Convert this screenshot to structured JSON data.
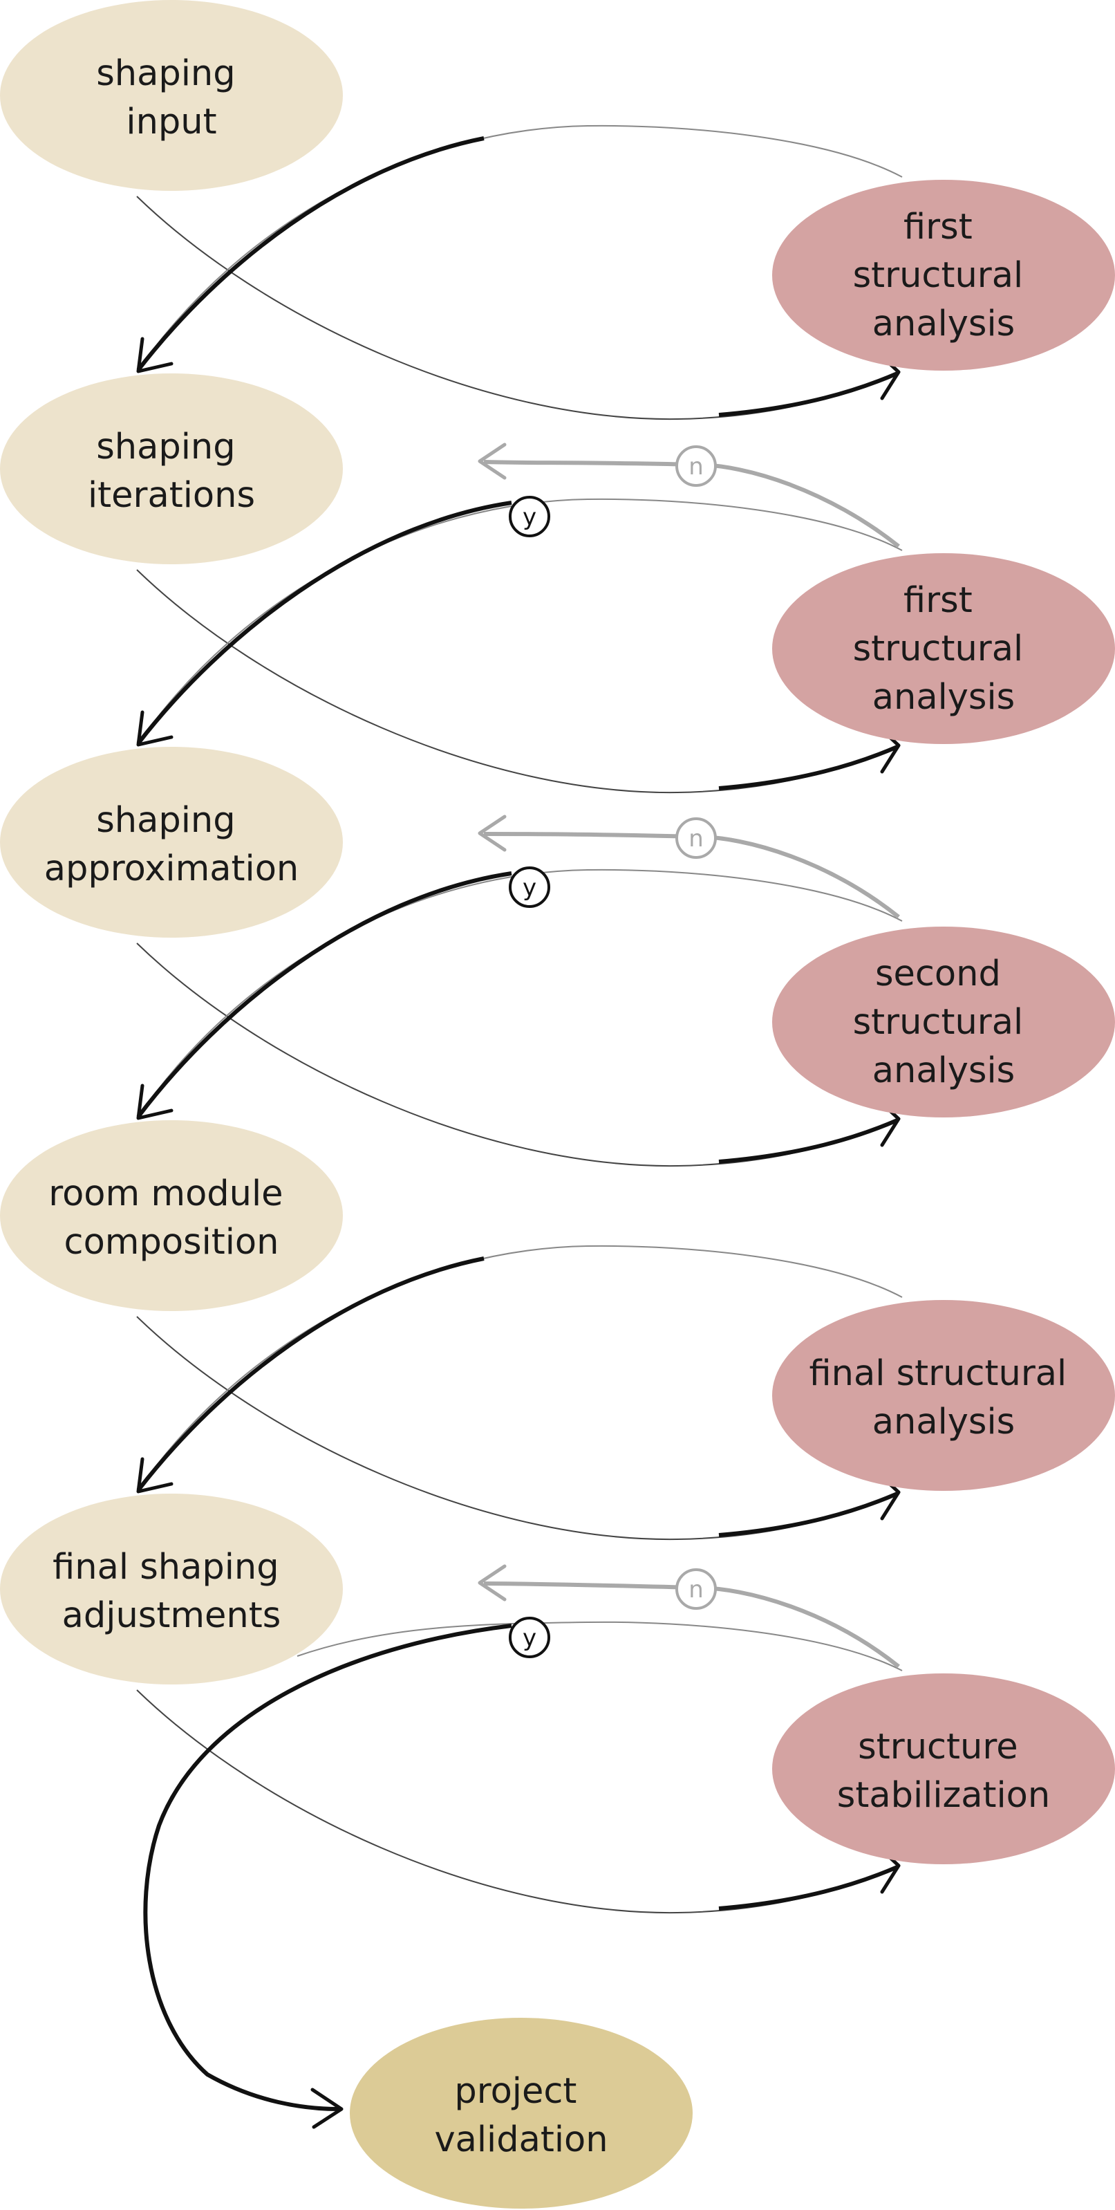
{
  "colors": {
    "shaping_node": "#ede3cc",
    "analysis_node": "#d4a3a2",
    "validation_node": "#dccb96",
    "yes_path": "#111111",
    "no_path": "#a9a9a9",
    "connector": "#444444"
  },
  "nodes": {
    "shaping_input": {
      "lines": [
        "shaping",
        "input"
      ]
    },
    "first_structural_analysis_a": {
      "lines": [
        "first",
        "structural",
        "analysis"
      ]
    },
    "shaping_iterations": {
      "lines": [
        "shaping",
        "iterations"
      ]
    },
    "first_structural_analysis_b": {
      "lines": [
        "first",
        "structural",
        "analysis"
      ]
    },
    "shaping_approximation": {
      "lines": [
        "shaping",
        "approximation"
      ]
    },
    "second_structural_analysis": {
      "lines": [
        "second",
        "structural",
        "analysis"
      ]
    },
    "room_module_composition": {
      "lines": [
        "room module",
        "composition"
      ]
    },
    "final_structural_analysis": {
      "lines": [
        "final structural",
        "analysis"
      ]
    },
    "final_shaping_adjustments": {
      "lines": [
        "final shaping",
        "adjustments"
      ]
    },
    "structure_stabilization": {
      "lines": [
        "structure",
        "stabilization"
      ]
    },
    "project_validation": {
      "lines": [
        "project",
        "validation"
      ]
    }
  },
  "decision_labels": {
    "yes": "y",
    "no": "n"
  }
}
